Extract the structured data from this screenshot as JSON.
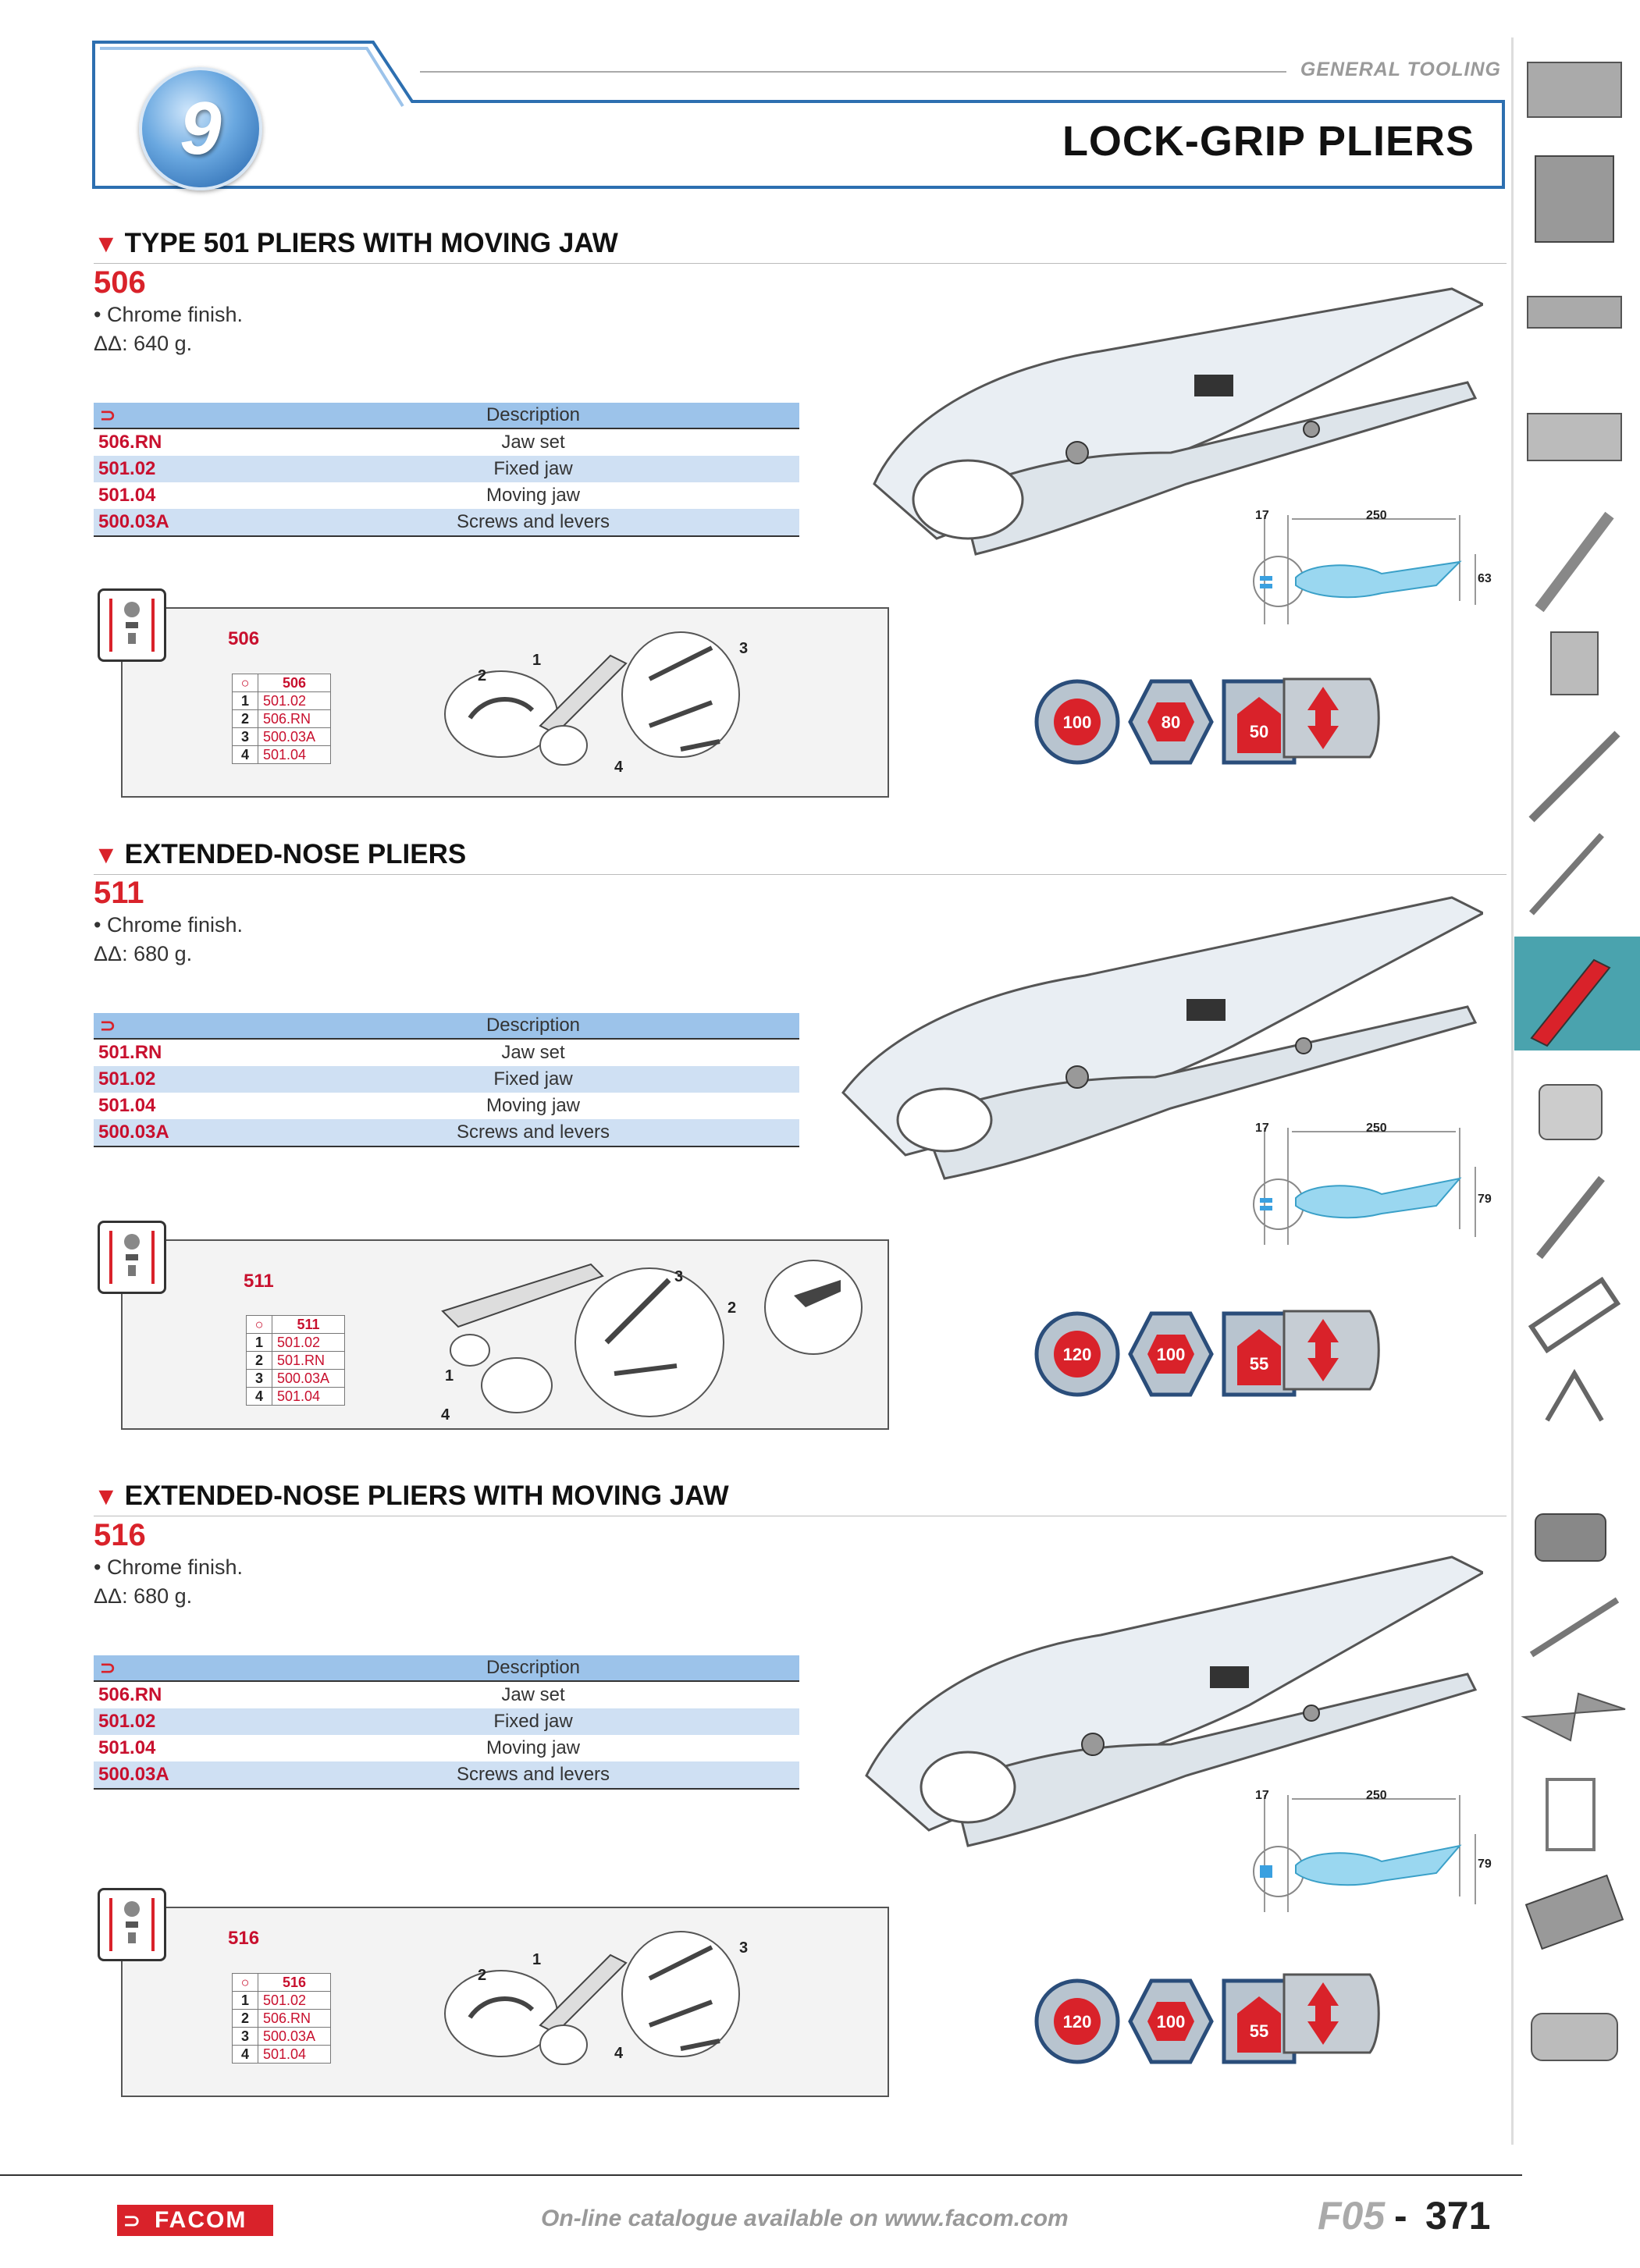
{
  "header": {
    "chapter_number": "9",
    "section_label": "GENERAL TOOLING",
    "title": "LOCK-GRIP PLIERS"
  },
  "sections": [
    {
      "heading": "TYPE 501 PLIERS WITH MOVING JAW",
      "code": "506",
      "finish": "• Chrome finish.",
      "weight": "ΔΔ: 640 g.",
      "table": {
        "header": "Description",
        "rows": [
          {
            "ref": "506.RN",
            "desc": "Jaw set"
          },
          {
            "ref": "501.02",
            "desc": "Fixed jaw"
          },
          {
            "ref": "501.04",
            "desc": "Moving jaw"
          },
          {
            "ref": "500.03A",
            "desc": "Screws and levers"
          }
        ]
      },
      "spare": {
        "code": "506",
        "table_header": "506",
        "rows": [
          {
            "n": "1",
            "v": "501.02"
          },
          {
            "n": "2",
            "v": "506.RN"
          },
          {
            "n": "3",
            "v": "500.03A"
          },
          {
            "n": "4",
            "v": "501.04"
          }
        ],
        "callouts": [
          "1",
          "2",
          "3",
          "4"
        ]
      },
      "dimensions": {
        "jaw": "17",
        "length": "250",
        "height": "63"
      },
      "capacities": [
        "100",
        "80",
        "50"
      ]
    },
    {
      "heading": "EXTENDED-NOSE PLIERS",
      "code": "511",
      "finish": "• Chrome finish.",
      "weight": "ΔΔ: 680 g.",
      "table": {
        "header": "Description",
        "rows": [
          {
            "ref": "501.RN",
            "desc": "Jaw set"
          },
          {
            "ref": "501.02",
            "desc": "Fixed jaw"
          },
          {
            "ref": "501.04",
            "desc": "Moving jaw"
          },
          {
            "ref": "500.03A",
            "desc": "Screws and levers"
          }
        ]
      },
      "spare": {
        "code": "511",
        "table_header": "511",
        "rows": [
          {
            "n": "1",
            "v": "501.02"
          },
          {
            "n": "2",
            "v": "501.RN"
          },
          {
            "n": "3",
            "v": "500.03A"
          },
          {
            "n": "4",
            "v": "501.04"
          }
        ],
        "callouts": [
          "1",
          "2",
          "3",
          "4"
        ]
      },
      "dimensions": {
        "jaw": "17",
        "length": "250",
        "height": "79"
      },
      "capacities": [
        "120",
        "100",
        "55"
      ]
    },
    {
      "heading": "EXTENDED-NOSE PLIERS WITH MOVING JAW",
      "code": "516",
      "finish": "• Chrome finish.",
      "weight": "ΔΔ: 680 g.",
      "table": {
        "header": "Description",
        "rows": [
          {
            "ref": "506.RN",
            "desc": "Jaw set"
          },
          {
            "ref": "501.02",
            "desc": "Fixed jaw"
          },
          {
            "ref": "501.04",
            "desc": "Moving jaw"
          },
          {
            "ref": "500.03A",
            "desc": "Screws and levers"
          }
        ]
      },
      "spare": {
        "code": "516",
        "table_header": "516",
        "rows": [
          {
            "n": "1",
            "v": "501.02"
          },
          {
            "n": "2",
            "v": "506.RN"
          },
          {
            "n": "3",
            "v": "500.03A"
          },
          {
            "n": "4",
            "v": "501.04"
          }
        ],
        "callouts": [
          "1",
          "2",
          "3",
          "4"
        ]
      },
      "dimensions": {
        "jaw": "17",
        "length": "250",
        "height": "79"
      },
      "capacities": [
        "120",
        "100",
        "55"
      ]
    }
  ],
  "footer": {
    "brand": "FACOM",
    "note": "On-line catalogue available on www.facom.com",
    "catalog_code": "F05",
    "separator": "-",
    "page_number": "371"
  },
  "colors": {
    "brand_red": "#d9222a",
    "table_blue": "#9cc3ea",
    "row_alt": "#cfe0f3",
    "sidebar_active": "#4aa3ae"
  }
}
